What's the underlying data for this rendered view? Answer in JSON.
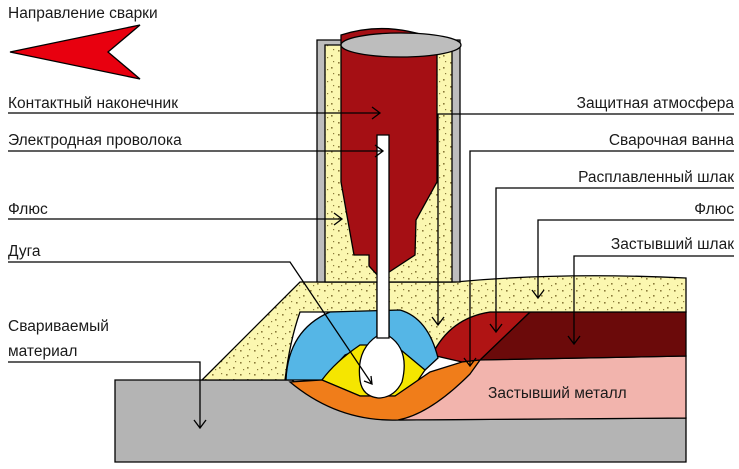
{
  "title": "Направление сварки",
  "labels_left": {
    "contact_tip": "Контактный наконечник",
    "electrode_wire": "Электродная проволока",
    "flux": "Флюс",
    "arc": "Дуга",
    "base_material_line1": "Свариваемый",
    "base_material_line2": "материал"
  },
  "labels_right": {
    "shielding_atmosphere": "Защитная атмосфера",
    "weld_pool": "Сварочная ванна",
    "molten_slag": "Расплавленный шлак",
    "flux": "Флюс",
    "solidified_slag": "Застывший шлак"
  },
  "solidified_metal": "Застывший  металл",
  "colors": {
    "arrow": "#e8000f",
    "tip": "#a50f14",
    "flux": "#fbf7b0",
    "shield_gas": "#55b6e6",
    "arc_glow": "#f5e600",
    "pool": "#f07d1a",
    "molten_slag": "#b01414",
    "solid_slag": "#6b0a0a",
    "solid_metal": "#f2b4ad",
    "base": "#b4b4b4",
    "nozzle": "#bdbdbd",
    "wire": "#ffffff"
  }
}
